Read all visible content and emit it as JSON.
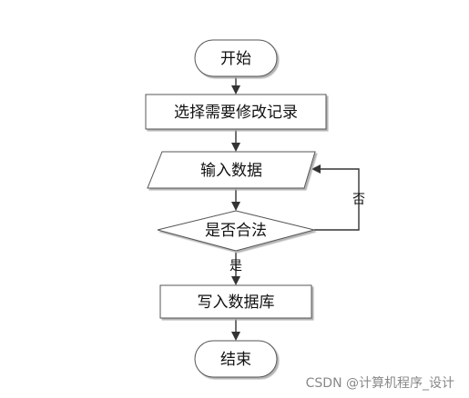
{
  "flowchart": {
    "nodes": {
      "start": "开始",
      "select": "选择需要修改记录",
      "input": "输入数据",
      "check": "是否合法",
      "write": "写入数据库",
      "end": "结束"
    },
    "edges": {
      "yes": "是",
      "no": "否"
    }
  },
  "watermark": "CSDN @计算机程序_设计"
}
